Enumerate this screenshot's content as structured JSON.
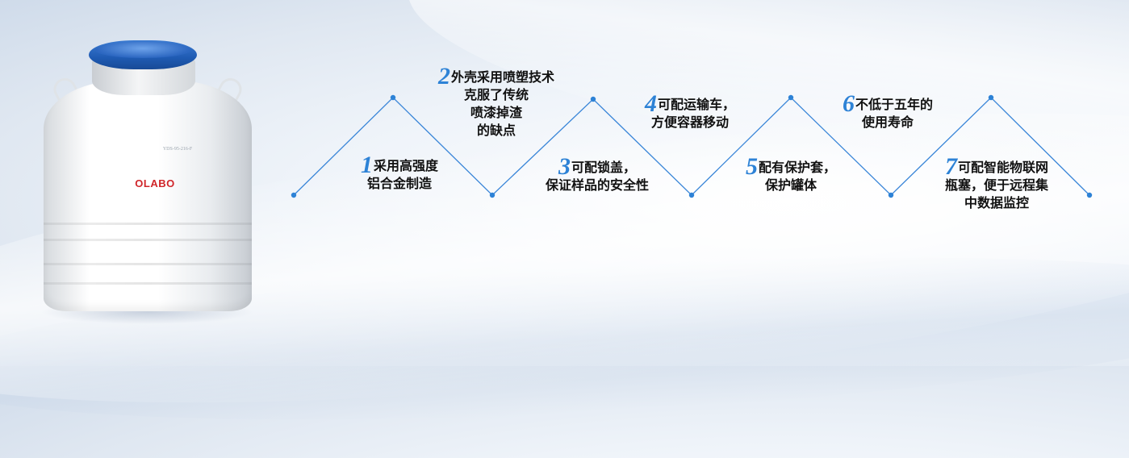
{
  "product": {
    "brand": "OLABO",
    "model_label": "YDS-95-216-F"
  },
  "features": [
    {
      "num": "1",
      "line1": "采用高强度",
      "line2": "铝合金制造"
    },
    {
      "num": "2",
      "line1": "外壳采用喷塑技术",
      "line2": "克服了传统",
      "line3": "喷漆掉渣",
      "line4": "的缺点"
    },
    {
      "num": "3",
      "line1": "可配锁盖，",
      "line2": "保证样品的安全性"
    },
    {
      "num": "4",
      "line1": "可配运输车，",
      "line2": "方便容器移动"
    },
    {
      "num": "5",
      "line1": "配有保护套，",
      "line2": "保护罐体"
    },
    {
      "num": "6",
      "line1": "不低于五年的",
      "line2": "使用寿命"
    },
    {
      "num": "7",
      "line1": "可配智能物联网",
      "line2": "瓶塞，便于远程集",
      "line3": "中数据监控"
    }
  ],
  "colors": {
    "accent": "#2d82d6",
    "line": "#3a86d8",
    "brand": "#d0262a",
    "lid": "#1f5bb3"
  }
}
